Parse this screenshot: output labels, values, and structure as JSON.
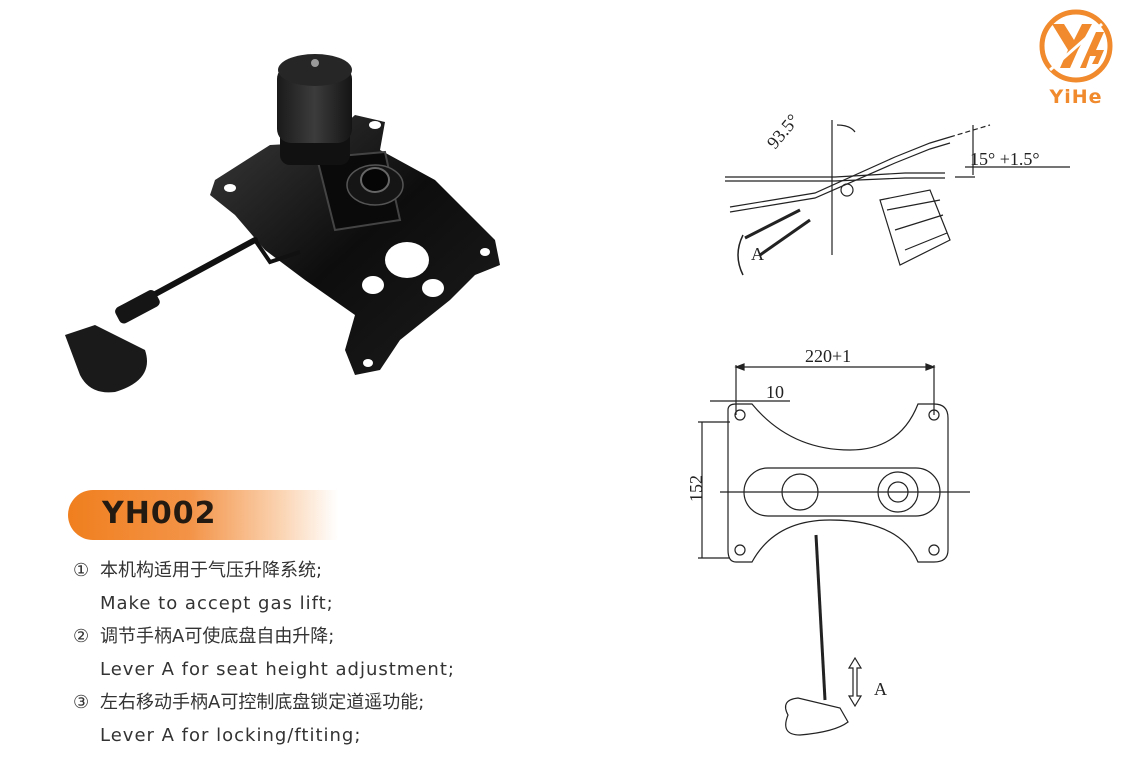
{
  "brand": {
    "name": "YiHe",
    "logo_icon": "yihe-circle-logo",
    "color": "#f08a2c"
  },
  "product": {
    "code": "YH002",
    "pill_color_start": "#f07f1e",
    "pill_color_end": "#ffffff",
    "photo_alt": "black office chair tilt mechanism with gas-lift lever"
  },
  "features": [
    {
      "number": "①",
      "zh": "本机构适用于气压升降系统;",
      "en": "Make to accept gas lift;"
    },
    {
      "number": "②",
      "zh": "调节手柄A可使底盘自由升降;",
      "en": "Lever A for seat height adjustment;"
    },
    {
      "number": "③",
      "zh": "左右移动手柄A可控制底盘锁定道遥功能;",
      "en": "Lever A for locking/ftiting;"
    }
  ],
  "side_drawing": {
    "angle_label": "93.5°",
    "tilt_label": "15°  +1.5°",
    "lever_label": "A"
  },
  "top_drawing": {
    "width_label": "220+1",
    "hole_offset_label": "10",
    "height_label": "152",
    "lever_label": "A"
  }
}
